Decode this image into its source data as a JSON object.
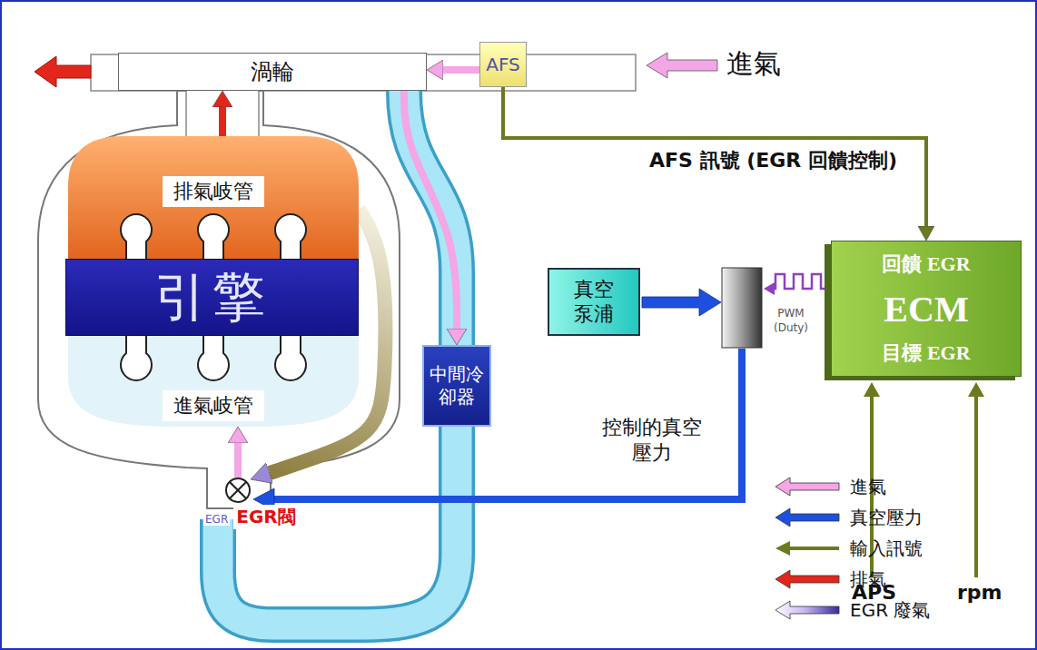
{
  "diagram": {
    "nodes": [
      {
        "text": [
          "渦輪"
        ]
      },
      {
        "text": [
          "AFS"
        ]
      },
      {
        "text": [
          "排氣岐管"
        ]
      },
      {
        "text": [
          "引擎"
        ]
      },
      {
        "text": [
          "進氣岐管"
        ]
      },
      {
        "text": [
          "中間冷卻器"
        ]
      },
      {
        "text": [
          "真空泵浦"
        ]
      },
      {
        "text": [
          "回饋 EGR",
          "ECM",
          "目標 EGR"
        ]
      },
      {
        "text": [
          "EGR",
          "EGR閥"
        ]
      }
    ],
    "edges": [
      {
        "from": 1,
        "to": 0,
        "arrow": "to"
      },
      {
        "from": 2,
        "to": 0,
        "arrow": "to"
      },
      {
        "from": 0,
        "to": 5,
        "arrow": "to"
      },
      {
        "from": 2,
        "to": 8,
        "arrow": "to"
      },
      {
        "from": 8,
        "to": 4,
        "arrow": "to"
      },
      {
        "from": 1,
        "to": 7,
        "arrow": "to",
        "label": "AFS 訊號 (EGR 回饋控制)"
      }
    ],
    "labels": [
      "進氣",
      "PWM (Duty)",
      "控制的真空壓力",
      "APS",
      "rpm"
    ],
    "legend": [
      {
        "text": "進氣",
        "color": "#f4a6e6"
      },
      {
        "text": "真空壓力",
        "color": "#1e50e0"
      },
      {
        "text": "輸入訊號",
        "color": "#6b7a1f"
      },
      {
        "text": "排氣",
        "color": "#e3261c"
      },
      {
        "text": "EGR 廢氣"
      }
    ]
  }
}
